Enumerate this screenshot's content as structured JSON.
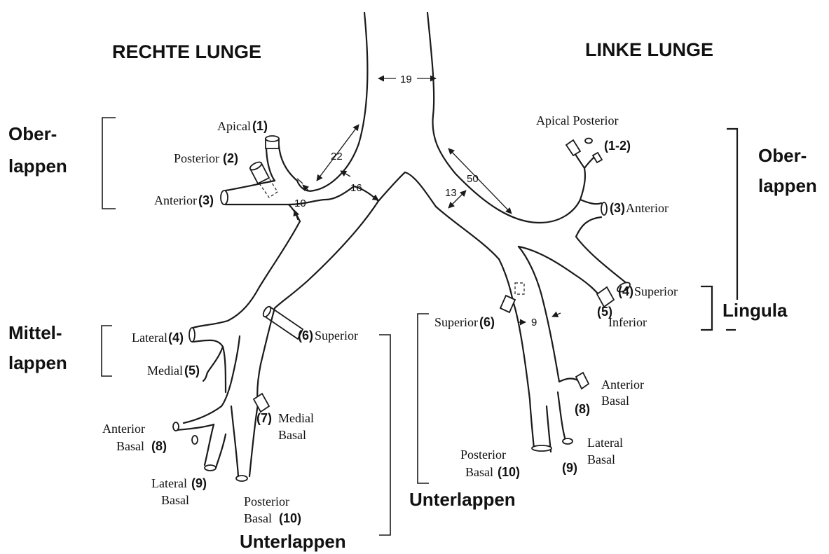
{
  "headings": {
    "right_lung": "RECHTE LUNGE",
    "left_lung": "LINKE  LUNGE"
  },
  "lobes": {
    "right_upper": [
      "Ober-",
      "lappen"
    ],
    "right_middle": [
      "Mittel-",
      "lappen"
    ],
    "right_lower": "Unterlappen",
    "left_upper": [
      "Ober-",
      "lappen"
    ],
    "left_lingula": "Lingula",
    "left_lower": "Unterlappen"
  },
  "right_segments": {
    "apical": {
      "name": "Apical",
      "number": "(1)"
    },
    "posterior": {
      "name": "Posterior",
      "number": "(2)"
    },
    "anterior": {
      "name": "Anterior",
      "number": "(3)"
    },
    "lateral": {
      "name": "Lateral",
      "number": "(4)"
    },
    "medial": {
      "name": "Medial",
      "number": "(5)"
    },
    "superior": {
      "name": "Superior",
      "number": "(6)"
    },
    "medial_basal": {
      "name": [
        "Medial",
        "Basal"
      ],
      "number": "(7)"
    },
    "anterior_basal": {
      "name": [
        "Anterior",
        "Basal"
      ],
      "number": "(8)"
    },
    "lateral_basal": {
      "name": [
        "Lateral",
        "Basal"
      ],
      "number": "(9)"
    },
    "posterior_basal": {
      "name": [
        "Posterior",
        "Basal"
      ],
      "number": "(10)"
    }
  },
  "left_segments": {
    "apical_posterior": {
      "name": "Apical Posterior",
      "number": "(1-2)"
    },
    "anterior": {
      "name": "Anterior",
      "number": "(3)"
    },
    "superior_lingula": {
      "name": "Superior",
      "number": "(4)"
    },
    "inferior_lingula": {
      "name": "Inferior",
      "number": "(5)"
    },
    "superior": {
      "name": "Superior",
      "number": "(6)"
    },
    "anterior_basal": {
      "name": [
        "Anterior",
        "Basal"
      ],
      "number": "(8)"
    },
    "lateral_basal": {
      "name": [
        "Lateral",
        "Basal"
      ],
      "number": "(9)"
    },
    "posterior_basal": {
      "name": [
        "Posterior",
        "Basal"
      ],
      "number": "(10)"
    }
  },
  "measurements": {
    "trachea_width": "19",
    "right_main_length": "22",
    "right_upper_lobe_bronchus": "10",
    "right_main_width": "16",
    "left_main_width": "13",
    "left_main_length": "50",
    "left_lower_lobe_bronchus": "9"
  }
}
